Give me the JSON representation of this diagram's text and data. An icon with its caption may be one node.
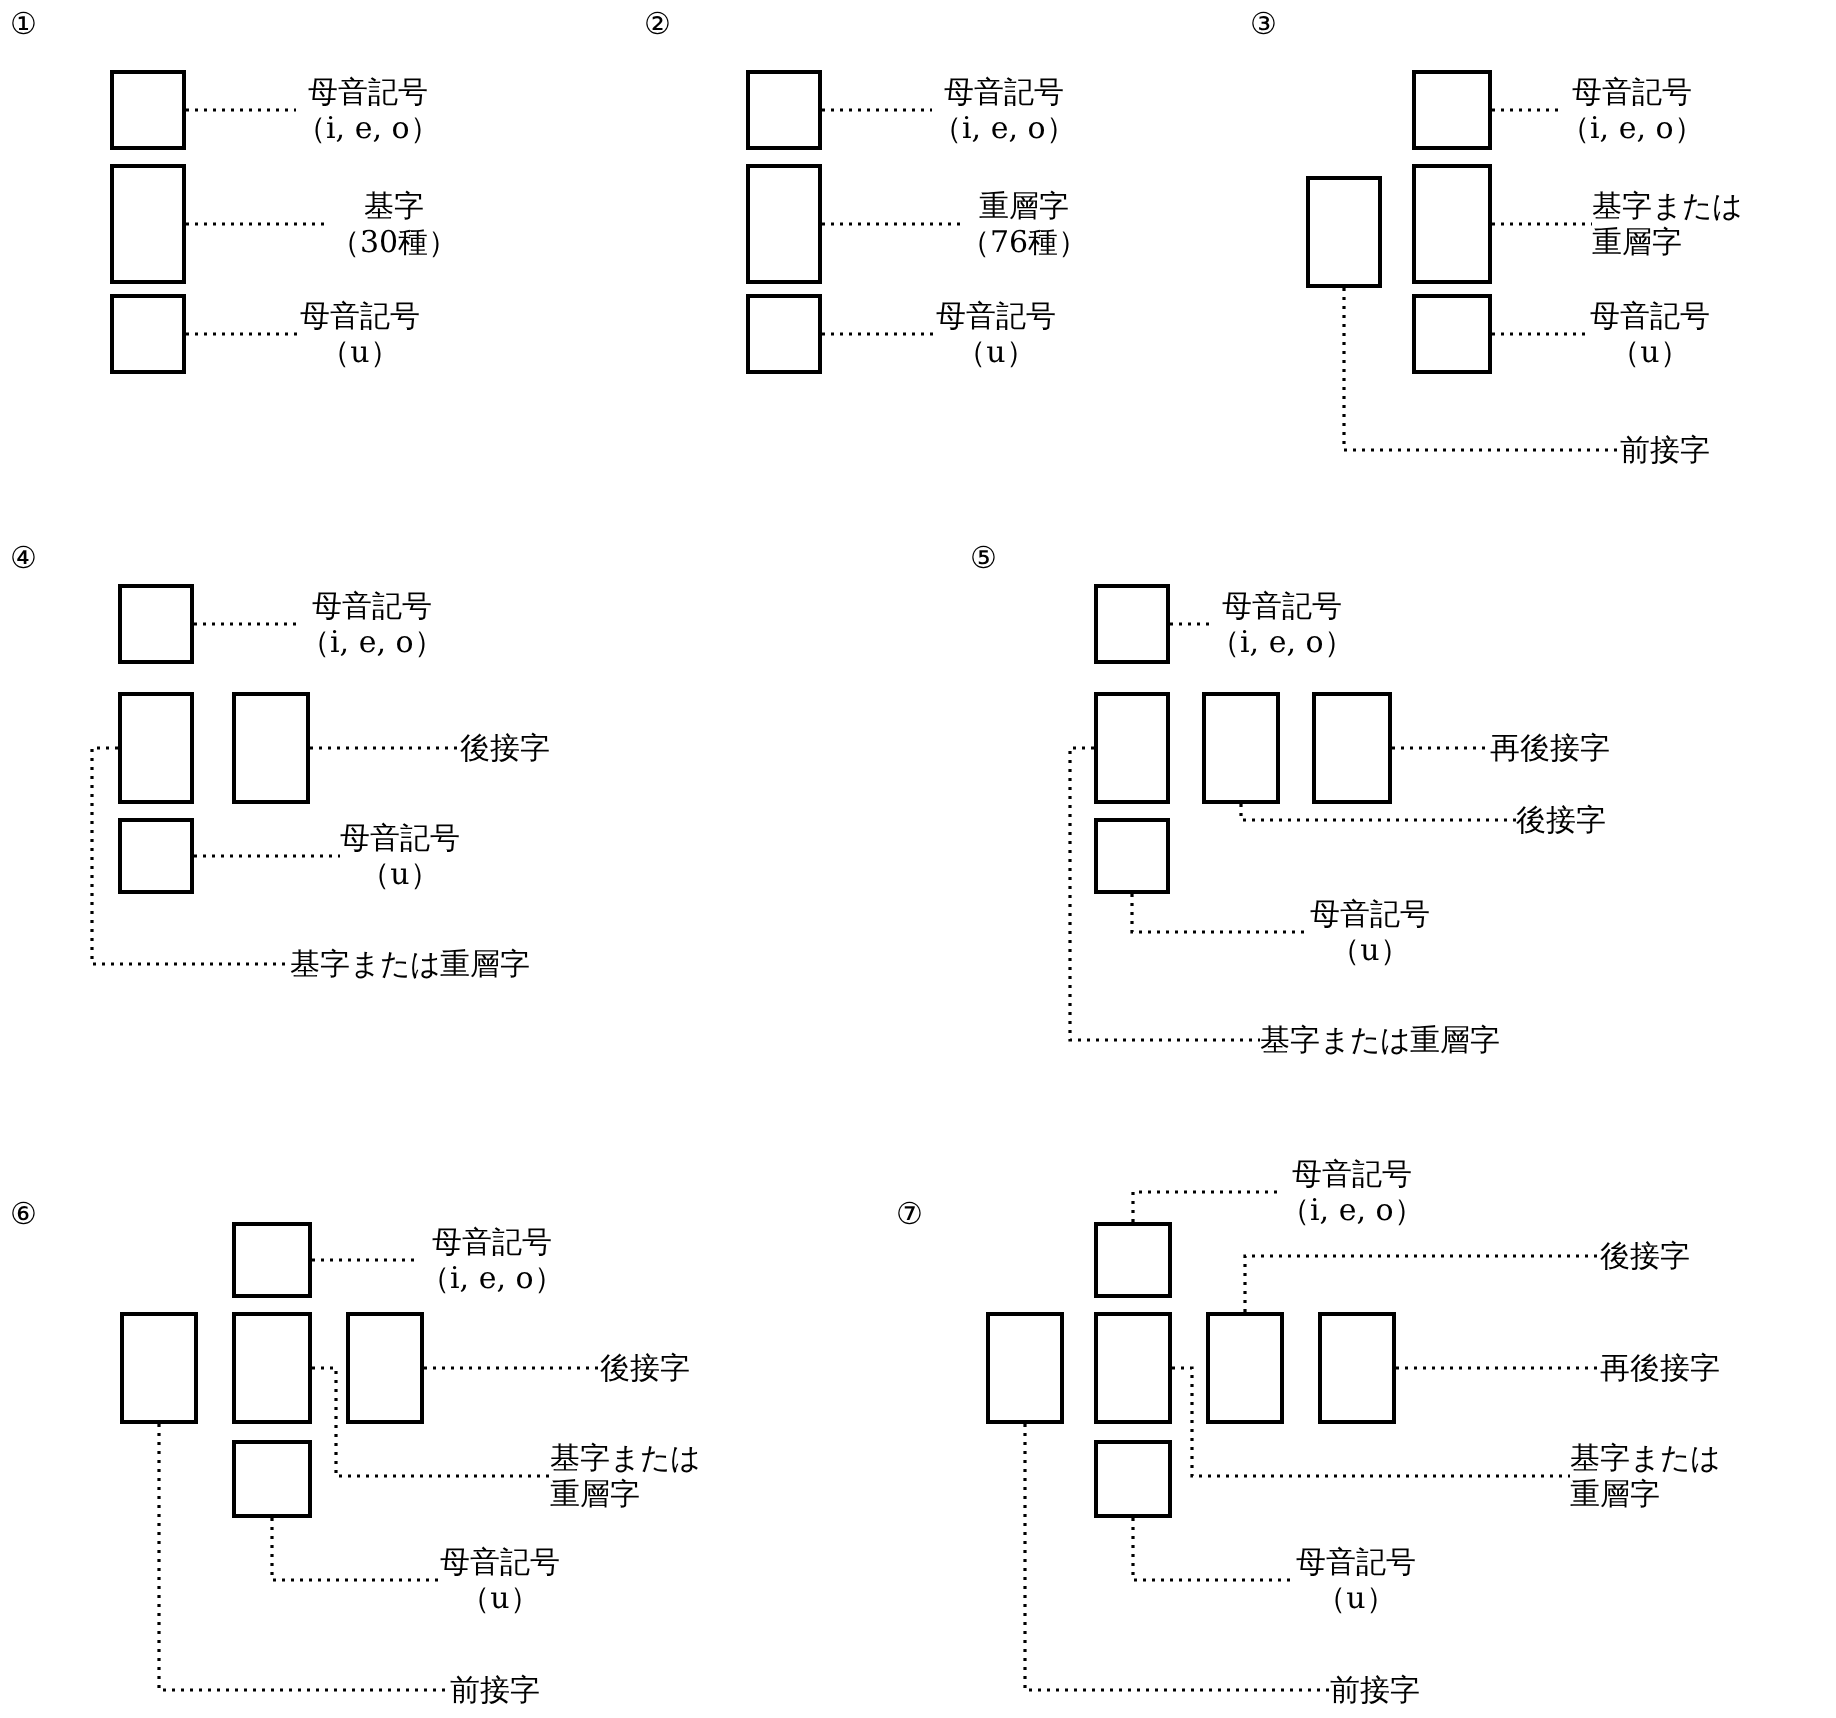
{
  "diagram": {
    "nodes": [
      {
        "text": [],
        "shape": "box"
      },
      {
        "text": [],
        "shape": "box"
      },
      {
        "text": [],
        "shape": "box"
      },
      {
        "text": [
          "母音記号",
          "（i, e, o）"
        ]
      },
      {
        "text": [
          "基字",
          "（30種）"
        ]
      },
      {
        "text": [
          "母音記号",
          "（u）"
        ]
      },
      {
        "text": [],
        "shape": "box"
      },
      {
        "text": [],
        "shape": "box"
      },
      {
        "text": [],
        "shape": "box"
      },
      {
        "text": [
          "母音記号",
          "（i, e, o）"
        ]
      },
      {
        "text": [
          "重層字",
          "（76種）"
        ]
      },
      {
        "text": [
          "母音記号",
          "（u）"
        ]
      },
      {
        "text": [],
        "shape": "box"
      },
      {
        "text": [],
        "shape": "box"
      },
      {
        "text": [],
        "shape": "box"
      },
      {
        "text": [],
        "shape": "box"
      },
      {
        "text": [
          "母音記号",
          "（i, e, o）"
        ]
      },
      {
        "text": [
          "基字または重層字"
        ]
      },
      {
        "text": [
          "母音記号",
          "（u）"
        ]
      },
      {
        "text": [
          "前接字"
        ]
      },
      {
        "text": [],
        "shape": "box"
      },
      {
        "text": [],
        "shape": "box"
      },
      {
        "text": [],
        "shape": "box"
      },
      {
        "text": [],
        "shape": "box"
      },
      {
        "text": [
          "母音記号",
          "（i, e, o）"
        ]
      },
      {
        "text": [
          "後接字"
        ]
      },
      {
        "text": [
          "母音記号",
          "（u）"
        ]
      },
      {
        "text": [
          "基字または重層字"
        ]
      },
      {
        "text": [],
        "shape": "box"
      },
      {
        "text": [],
        "shape": "box"
      },
      {
        "text": [],
        "shape": "box"
      },
      {
        "text": [],
        "shape": "box"
      },
      {
        "text": [],
        "shape": "box"
      },
      {
        "text": [
          "母音記号",
          "（i, e, o）"
        ]
      },
      {
        "text": [
          "再後接字"
        ]
      },
      {
        "text": [
          "後接字"
        ]
      },
      {
        "text": [
          "母音記号",
          "（u）"
        ]
      },
      {
        "text": [
          "基字または重層字"
        ]
      },
      {
        "text": [],
        "shape": "box"
      },
      {
        "text": [],
        "shape": "box"
      },
      {
        "text": [],
        "shape": "box"
      },
      {
        "text": [],
        "shape": "box"
      },
      {
        "text": [],
        "shape": "box"
      },
      {
        "text": [
          "母音記号",
          "（i, e, o）"
        ]
      },
      {
        "text": [
          "後接字"
        ]
      },
      {
        "text": [
          "基字または重層字"
        ]
      },
      {
        "text": [
          "母音記号",
          "（u）"
        ]
      },
      {
        "text": [
          "前接字"
        ]
      },
      {
        "text": [],
        "shape": "box"
      },
      {
        "text": [],
        "shape": "box"
      },
      {
        "text": [],
        "shape": "box"
      },
      {
        "text": [],
        "shape": "box"
      },
      {
        "text": [],
        "shape": "box"
      },
      {
        "text": [],
        "shape": "box"
      },
      {
        "text": [
          "母音記号",
          "（i, e, o）"
        ]
      },
      {
        "text": [
          "後接字"
        ]
      },
      {
        "text": [
          "再後接字"
        ]
      },
      {
        "text": [
          "基字または重層字"
        ]
      },
      {
        "text": [
          "母音記号",
          "（u）"
        ]
      },
      {
        "text": [
          "前接字"
        ]
      }
    ],
    "edges": [
      {
        "from": 0,
        "to": 3,
        "arrow": "none"
      },
      {
        "from": 1,
        "to": 4,
        "arrow": "none"
      },
      {
        "from": 2,
        "to": 5,
        "arrow": "none"
      },
      {
        "from": 6,
        "to": 9,
        "arrow": "none"
      },
      {
        "from": 7,
        "to": 10,
        "arrow": "none"
      },
      {
        "from": 8,
        "to": 11,
        "arrow": "none"
      },
      {
        "from": 13,
        "to": 16,
        "arrow": "none"
      },
      {
        "from": 14,
        "to": 17,
        "arrow": "none"
      },
      {
        "from": 15,
        "to": 18,
        "arrow": "none"
      },
      {
        "from": 12,
        "to": 19,
        "arrow": "none"
      },
      {
        "from": 20,
        "to": 24,
        "arrow": "none"
      },
      {
        "from": 22,
        "to": 25,
        "arrow": "none"
      },
      {
        "from": 23,
        "to": 26,
        "arrow": "none"
      },
      {
        "from": 21,
        "to": 27,
        "arrow": "none"
      },
      {
        "from": 28,
        "to": 33,
        "arrow": "none"
      },
      {
        "from": 31,
        "to": 34,
        "arrow": "none"
      },
      {
        "from": 30,
        "to": 35,
        "arrow": "none"
      },
      {
        "from": 32,
        "to": 36,
        "arrow": "none"
      },
      {
        "from": 29,
        "to": 37,
        "arrow": "none"
      },
      {
        "from": 38,
        "to": 43,
        "arrow": "none"
      },
      {
        "from": 41,
        "to": 44,
        "arrow": "none"
      },
      {
        "from": 40,
        "to": 45,
        "arrow": "none"
      },
      {
        "from": 42,
        "to": 46,
        "arrow": "none"
      },
      {
        "from": 39,
        "to": 47,
        "arrow": "none"
      },
      {
        "from": 48,
        "to": 54,
        "arrow": "none"
      },
      {
        "from": 51,
        "to": 55,
        "arrow": "none"
      },
      {
        "from": 52,
        "to": 56,
        "arrow": "none"
      },
      {
        "from": 50,
        "to": 57,
        "arrow": "none"
      },
      {
        "from": 53,
        "to": 58,
        "arrow": "none"
      },
      {
        "from": 49,
        "to": 59,
        "arrow": "none"
      }
    ],
    "labels": [
      "①",
      "②",
      "③",
      "④",
      "⑤",
      "⑥",
      "⑦"
    ]
  }
}
